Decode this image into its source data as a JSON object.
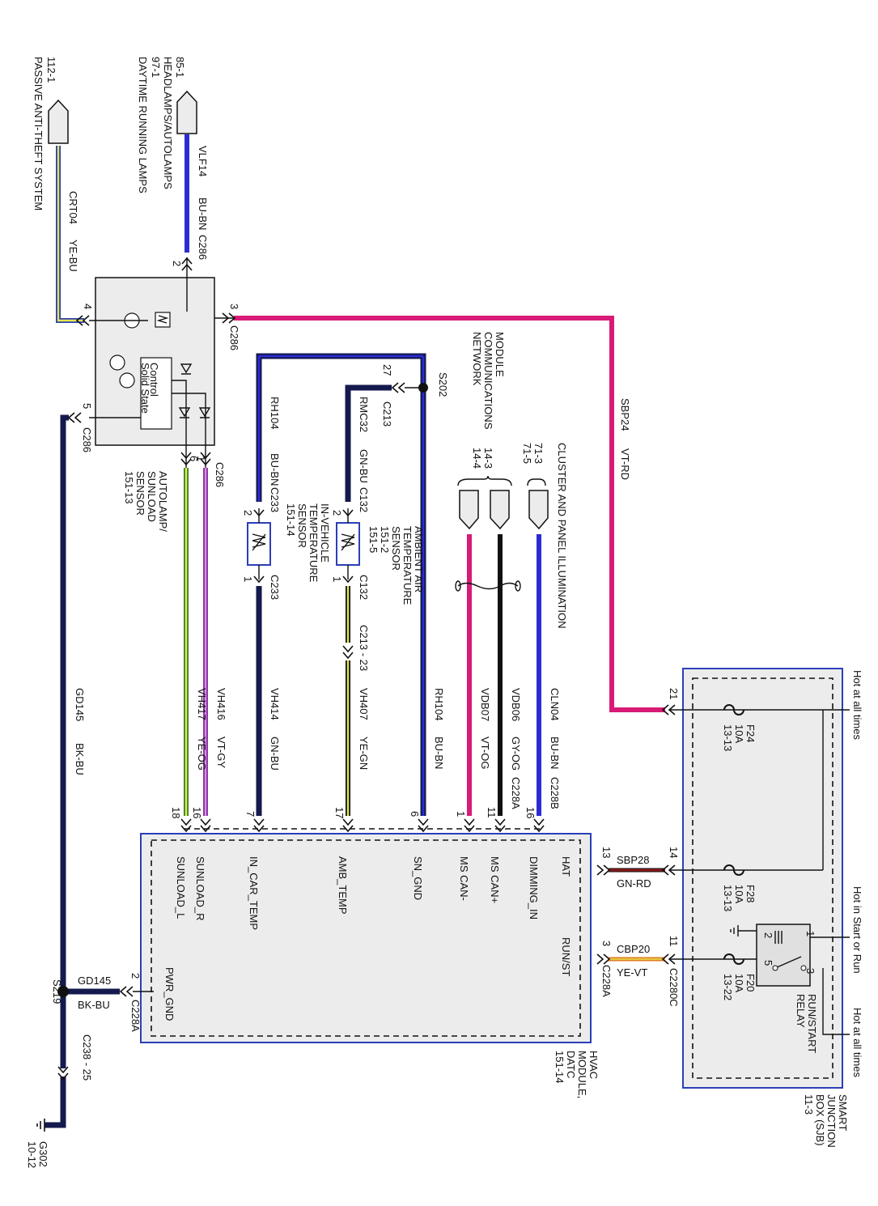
{
  "refs": {
    "passive_antitheft": {
      "page": "112-1",
      "name": "PASSIVE ANTI-THEFT SYSTEM"
    },
    "headlamps": {
      "page1": "85-1",
      "name1": "HEADLAMPS/AUTOLAMPS",
      "page2": "97-1",
      "name2": "DAYTIME RUNNING LAMPS"
    },
    "module_comm": {
      "line1": "MODULE",
      "line2": "COMMUNICATIONS",
      "line3": "NETWORK",
      "page1": "14-3",
      "page2": "14-4"
    },
    "cluster": {
      "name": "CLUSTER AND PANEL ILLUMINATION",
      "page1": "71-3",
      "page2": "71-5"
    }
  },
  "components": {
    "autolamp_sensor": {
      "line1": "AUTOLAMP/",
      "line2": "SUNLOAD",
      "line3": "SENSOR",
      "page": "151-13",
      "control": "Control",
      "solid_state": "Solid State"
    },
    "ambient_sensor": {
      "line1": "AMBIENT AIR",
      "line2": "TEMPERATURE",
      "line3": "SENSOR",
      "page1": "151-2",
      "page2": "151-5"
    },
    "invehicle_sensor": {
      "line1": "IN-VEHICLE",
      "line2": "TEMPERATURE",
      "line3": "SENSOR",
      "page": "151-14"
    },
    "hvac_module": {
      "line1": "HVAC",
      "line2": "MODULE,",
      "line3": "DATC",
      "page": "151-14"
    },
    "sjb": {
      "line1": "SMART",
      "line2": "JUNCTION",
      "line3": "BOX (SJB)",
      "page": "11-3",
      "relay1": "RUN/START",
      "relay2": "RELAY"
    }
  },
  "hot_labels": {
    "hot1": "Hot at all times",
    "hot2": "Hot in Start or Run",
    "hot3": "Hot at all times"
  },
  "fuses": {
    "f24": {
      "name": "F24",
      "rating": "10A",
      "page": "13-13"
    },
    "f28": {
      "name": "F28",
      "rating": "10A",
      "page": "13-13"
    },
    "f20": {
      "name": "F20",
      "rating": "10A",
      "page": "13-22"
    }
  },
  "hvac_pins": {
    "hat": "HAT",
    "dimming": "DIMMING_IN",
    "ms_can_plus": "MS CAN+",
    "ms_can_minus": "MS CAN-",
    "sn_gnd": "SN_GND",
    "amb_temp": "AMB_TEMP",
    "in_car_temp": "IN_CAR_TEMP",
    "sunload_r": "SUNLOAD_R",
    "sunload_l": "SUNLOAD_L",
    "run_st": "RUN/ST",
    "pwr_gnd": "PWR_GND"
  },
  "wires": {
    "crt04": {
      "circuit": "CRT04",
      "color": "YE-BU"
    },
    "vlf14": {
      "circuit": "VLF14",
      "color": "BU-BN"
    },
    "sbp24": {
      "circuit": "SBP24",
      "color": "VT-RD"
    },
    "rh104_top": {
      "circuit": "RH104",
      "color": "BU-BN"
    },
    "rmc32": {
      "circuit": "RMC32",
      "color": "GN-BU"
    },
    "gd145_main": {
      "circuit": "GD145",
      "color": "BK-BU"
    },
    "gd145_short": {
      "circuit": "GD145",
      "color": "BK-BU"
    },
    "vh417": {
      "circuit": "VH417",
      "color": "YE-OG"
    },
    "vh416": {
      "circuit": "VH416",
      "color": "VT-GY"
    },
    "vh414": {
      "circuit": "VH414",
      "color": "GN-BU"
    },
    "vh407": {
      "circuit": "VH407",
      "color": "YE-GN"
    },
    "rh104_bottom": {
      "circuit": "RH104",
      "color": "BU-BN"
    },
    "vdb07": {
      "circuit": "VDB07",
      "color": "VT-OG"
    },
    "vdb06": {
      "circuit": "VDB06",
      "color": "GY-OG"
    },
    "cln04": {
      "circuit": "CLN04",
      "color": "BU-BN"
    },
    "sbp28": {
      "circuit": "SBP28",
      "color": "GN-RD"
    },
    "cbp20": {
      "circuit": "CBP20",
      "color": "YE-VT"
    }
  },
  "connectors": {
    "c286": "C286",
    "c233": "C233",
    "c132": "C132",
    "c213": "C213",
    "c213_23": "C213 - 23",
    "c228a": "C228A",
    "c228b": "C228B",
    "c2280c": "C2280C",
    "c238_25": "C238 - 25",
    "s202": "S202",
    "s219": "S219",
    "g302": "G302",
    "g302_page": "10-12"
  },
  "pins": {
    "p1": "1",
    "p2": "2",
    "p3": "3",
    "p4": "4",
    "p5": "5",
    "p6": "6",
    "p7": "7",
    "p11": "11",
    "p13": "13",
    "p14": "14",
    "p16": "16",
    "p17": "17",
    "p18": "18",
    "p21": "21",
    "p27": "27"
  },
  "colors": {
    "blue": "#2b2bd6",
    "navy": "#141a4e",
    "magenta": "#d81b76",
    "yellow": "#e6e64a",
    "violet": "#9b2fb3",
    "black": "#111111",
    "box_blue": "#2b3fb8",
    "fill_gray": "#ececec",
    "red_band": "#8b1a1a",
    "orange": "#e07b22"
  }
}
